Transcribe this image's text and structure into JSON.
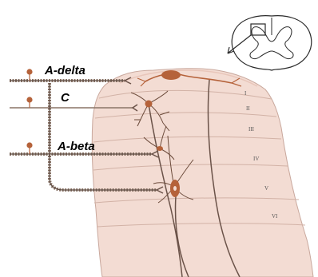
{
  "fibers": [
    {
      "label": "A-delta"
    },
    {
      "label": "C"
    },
    {
      "label": "A-beta"
    }
  ],
  "laminae": [
    "I",
    "II",
    "III",
    "IV",
    "V",
    "VI"
  ],
  "colors": {
    "tissue": "#f3dcd3",
    "tissue_edge": "#c9a89d",
    "neuron": "#b5623a",
    "axon": "#8a7467",
    "axon_dark": "#6b5349",
    "terminal": "#b5623a",
    "outline": "#2a2a2a"
  }
}
